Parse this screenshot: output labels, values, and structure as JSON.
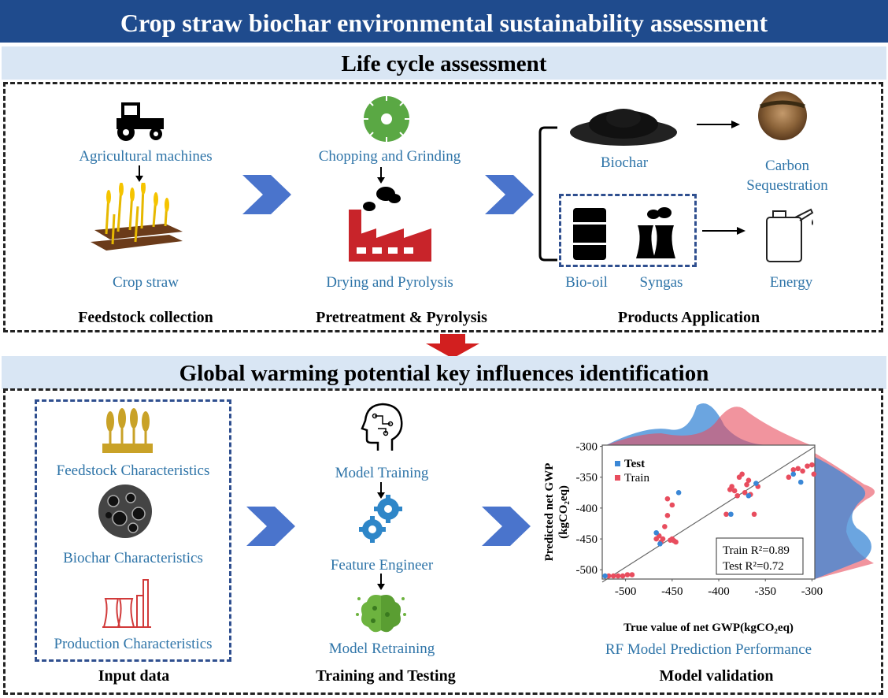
{
  "title": "Crop straw biochar environmental sustainability assessment",
  "lca": {
    "heading": "Life cycle assessment",
    "feedstock": {
      "machines": "Agricultural machines",
      "straw": "Crop straw",
      "caption": "Feedstock collection"
    },
    "pretreatment": {
      "chopping": "Chopping and Grinding",
      "drying": "Drying and Pyrolysis",
      "caption": "Pretreatment & Pyrolysis"
    },
    "products": {
      "biochar": "Biochar",
      "carbon": "Carbon\nSequestration",
      "biooil": "Bio-oil",
      "syngas": "Syngas",
      "energy": "Energy",
      "caption": "Products Application"
    }
  },
  "gwp": {
    "heading": "Global warming potential key influences identification",
    "input": {
      "feedstock": "Feedstock Characteristics",
      "biochar": "Biochar Characteristics",
      "production": "Production Characteristics",
      "caption": "Input data"
    },
    "training": {
      "model_training": "Model Training",
      "feature_engineer": "Feature Engineer",
      "model_retraining": "Model Retraining",
      "caption": "Training and Testing"
    },
    "validation": {
      "subtitle": "RF Model Prediction Performance",
      "caption": "Model validation"
    }
  },
  "colors": {
    "title_bg": "#1f4b8d",
    "section_bg": "#d9e6f4",
    "label_blue": "#2e74a8",
    "chevron": "#4a74cc",
    "down_arrow": "#d21f1f",
    "test": "#3a87d6",
    "train": "#e84d5e"
  },
  "chart_data": {
    "type": "scatter",
    "xlabel": "True value of net GWP(kgCO₂eq)",
    "ylabel": "Predicted net GWP\n(kgCO₂eq)",
    "xlim": [
      -525,
      -297
    ],
    "ylim": [
      -515,
      -298
    ],
    "xticks": [
      -500,
      -450,
      -400,
      -350,
      -300
    ],
    "yticks": [
      -300,
      -350,
      -400,
      -450,
      -500
    ],
    "legend_position": "top-left",
    "series": [
      {
        "name": "Test",
        "color": "#3a87d6",
        "points": [
          [
            -522,
            -510
          ],
          [
            -467,
            -440
          ],
          [
            -463,
            -458
          ],
          [
            -443,
            -375
          ],
          [
            -387,
            -410
          ],
          [
            -368,
            -380
          ],
          [
            -360,
            -360
          ],
          [
            -320,
            -345
          ],
          [
            -312,
            -358
          ]
        ]
      },
      {
        "name": "Train",
        "color": "#e84d5e",
        "points": [
          [
            -518,
            -510
          ],
          [
            -513,
            -510
          ],
          [
            -508,
            -510
          ],
          [
            -503,
            -510
          ],
          [
            -498,
            -508
          ],
          [
            -493,
            -508
          ],
          [
            -467,
            -450
          ],
          [
            -464,
            -445
          ],
          [
            -462,
            -455
          ],
          [
            -460,
            -450
          ],
          [
            -458,
            -430
          ],
          [
            -455,
            -412
          ],
          [
            -452,
            -452
          ],
          [
            -450,
            -450
          ],
          [
            -448,
            -453
          ],
          [
            -446,
            -455
          ],
          [
            -455,
            -385
          ],
          [
            -450,
            -395
          ],
          [
            -392,
            -410
          ],
          [
            -388,
            -370
          ],
          [
            -386,
            -365
          ],
          [
            -383,
            -372
          ],
          [
            -380,
            -380
          ],
          [
            -378,
            -350
          ],
          [
            -375,
            -345
          ],
          [
            -372,
            -375
          ],
          [
            -370,
            -362
          ],
          [
            -368,
            -355
          ],
          [
            -366,
            -378
          ],
          [
            -362,
            -410
          ],
          [
            -358,
            -365
          ],
          [
            -325,
            -350
          ],
          [
            -320,
            -338
          ],
          [
            -315,
            -336
          ],
          [
            -310,
            -340
          ],
          [
            -305,
            -332
          ],
          [
            -300,
            -330
          ],
          [
            -298,
            -345
          ]
        ]
      }
    ],
    "annotations": [
      "Train R²=0.89",
      "Test R²=0.72"
    ]
  }
}
